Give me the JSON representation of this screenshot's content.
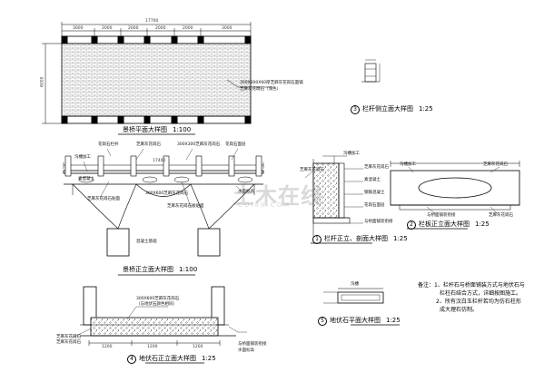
{
  "drawing": {
    "colors": {
      "line": "#000000",
      "hatch": "#444444",
      "leader": "#1a1a1a",
      "paper": "#ffffff"
    },
    "plan": {
      "title": "景桥平面大样图",
      "scale": "1:100",
      "overall_dim": "17700",
      "seg_dims": [
        "3000",
        "2000",
        "2000",
        "2000",
        "2000",
        "3000"
      ],
      "height_dim": "6000",
      "note_paving": "300X300X60厚芝麻灰花岗石面铺",
      "note_edge": "芝麻灰花岗石（浅色）"
    },
    "elevation": {
      "title": "景桥正立面大样图",
      "scale": "1:100",
      "top_dim": "17400",
      "labels": {
        "a": "花岗石栏杆",
        "b": "芝麻灰花岗石",
        "c": "300X300芝麻灰花岗石",
        "d": "花岗石面层",
        "e": "沟槽加工",
        "f": "素混凝土",
        "g": "芝麻灰花岗石贴面",
        "h": "300X600芝麻灰花岗石",
        "i": "混凝土基础",
        "j": "芝麻灰花岗石板贴面",
        "k": "水面标高"
      }
    },
    "rail_side": {
      "num": "3",
      "title": "栏杆侧立面大样图",
      "scale": "1:25"
    },
    "rail_section": {
      "num": "1",
      "title": "栏杆正立、剖面大样图",
      "scale": "1:25",
      "labels": {
        "a": "芝麻灰花岗石",
        "b": "沟槽加工",
        "c": "芝麻灰花岗石",
        "d": "素混凝土",
        "e": "钢筋混凝土",
        "f": "花岗石面层",
        "g": "沟槽加工",
        "h": "与桥面铺装衔接"
      }
    },
    "rail_front": {
      "num": "2",
      "title": "栏板正立面大样图",
      "scale": "1:25",
      "labels": {
        "a": "沟槽加工",
        "b": "芝麻灰花岗石",
        "c": "与桥面铺装衔接",
        "d": "芝麻灰花岗石"
      }
    },
    "pave_plan": {
      "num": "5",
      "title": "地伏石平面大样图",
      "scale": "1:25",
      "labels": {
        "a": "沟槽"
      }
    },
    "pave_elev": {
      "num": "4",
      "title": "地伏石正立面大样图",
      "scale": "1:25",
      "dims": [
        "1200",
        "1200",
        "1200"
      ],
      "labels": {
        "a": "300X600芝麻灰花岗石",
        "b": "（与地伏石颜色相同）",
        "c": "芝麻灰花岗石",
        "d": "芝麻灰花岗石",
        "e": "与桥面铺装衔接",
        "f": "水面标高"
      }
    },
    "notes": {
      "line1": "备注：1、栏杆石与桥面铺装方式与地伏石与",
      "line2": "栏柱石结合方式，详细按图施工。",
      "line3": "2、所有汉白玉栏杆若均为仿石柱形",
      "line4": "成大理石仿制。"
    },
    "watermark": {
      "main": "土木在线",
      "sub": "COI88.COM"
    }
  }
}
